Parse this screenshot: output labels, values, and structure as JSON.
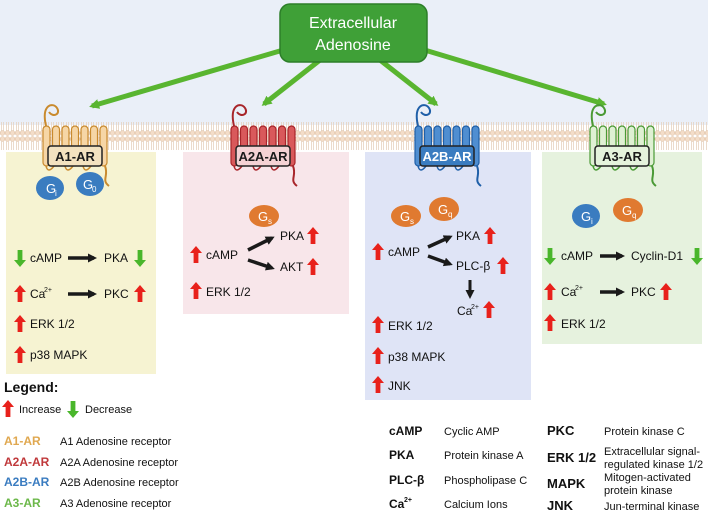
{
  "title": "Extracellular Adenosine",
  "receptors": {
    "a1": {
      "name": "A1-AR",
      "proteins": [
        "G",
        "G"
      ],
      "subs": [
        "i",
        "0"
      ],
      "items": [
        "cAMP",
        "PKA",
        "Ca",
        "2+",
        "PKC",
        "ERK 1/2",
        "p38 MAPK"
      ]
    },
    "a2a": {
      "name": "A2A-AR",
      "proteins": [
        "G"
      ],
      "subs": [
        "s"
      ],
      "items": [
        "cAMP",
        "PKA",
        "AKT",
        "ERK 1/2"
      ]
    },
    "a2b": {
      "name": "A2B-AR",
      "proteins": [
        "G",
        "G"
      ],
      "subs": [
        "s",
        "q"
      ],
      "items": [
        "cAMP",
        "PKA",
        "PLC-β",
        "Ca",
        "2+",
        "ERK 1/2",
        "p38 MAPK",
        "JNK"
      ]
    },
    "a3": {
      "name": "A3-AR",
      "proteins": [
        "G",
        "G"
      ],
      "subs": [
        "i",
        "q"
      ],
      "items": [
        "cAMP",
        "Cyclin-D1",
        "Ca",
        "2+",
        "PKC",
        "ERK 1/2"
      ]
    }
  },
  "legend": {
    "title": "Legend:",
    "increase": "Increase",
    "decrease": "Decrease",
    "entries": [
      {
        "abbr": "A1-AR",
        "text": "A1 Adenosine receptor",
        "color": "#e0a850"
      },
      {
        "abbr": "A2A-AR",
        "text": "A2A Adenosine receptor",
        "color": "#c0393b"
      },
      {
        "abbr": "A2B-AR",
        "text": "A2B Adenosine receptor",
        "color": "#3a7cc0"
      },
      {
        "abbr": "A3-AR",
        "text": "A3 Adenosine receptor",
        "color": "#6cb84a"
      }
    ]
  },
  "glossary": {
    "left": [
      {
        "abbr": "cAMP",
        "text": "Cyclic AMP"
      },
      {
        "abbr": "PKA",
        "text": "Protein kinase A"
      },
      {
        "abbr": "PLC-β",
        "text": "Phospholipase C"
      },
      {
        "abbr": "Ca",
        "sup": "2+",
        "text": "Calcium Ions"
      }
    ],
    "right": [
      {
        "abbr": "PKC",
        "text": [
          "Protein kinase C"
        ]
      },
      {
        "abbr": "ERK 1/2",
        "text": [
          "Extracellular signal-",
          "regulated kinase 1/2"
        ]
      },
      {
        "abbr": "MAPK",
        "text": [
          "Mitogen-activated",
          "protein kinase"
        ]
      },
      {
        "abbr": "JNK",
        "text": [
          "Jun-terminal kinase"
        ]
      }
    ]
  },
  "colors": {
    "a1": "#e0a850",
    "a2a": "#c0393b",
    "a2b": "#3a7cc0",
    "a3": "#6cb84a",
    "up": "#e8211b",
    "down": "#49b62b",
    "green_arrow": "#59b530"
  }
}
